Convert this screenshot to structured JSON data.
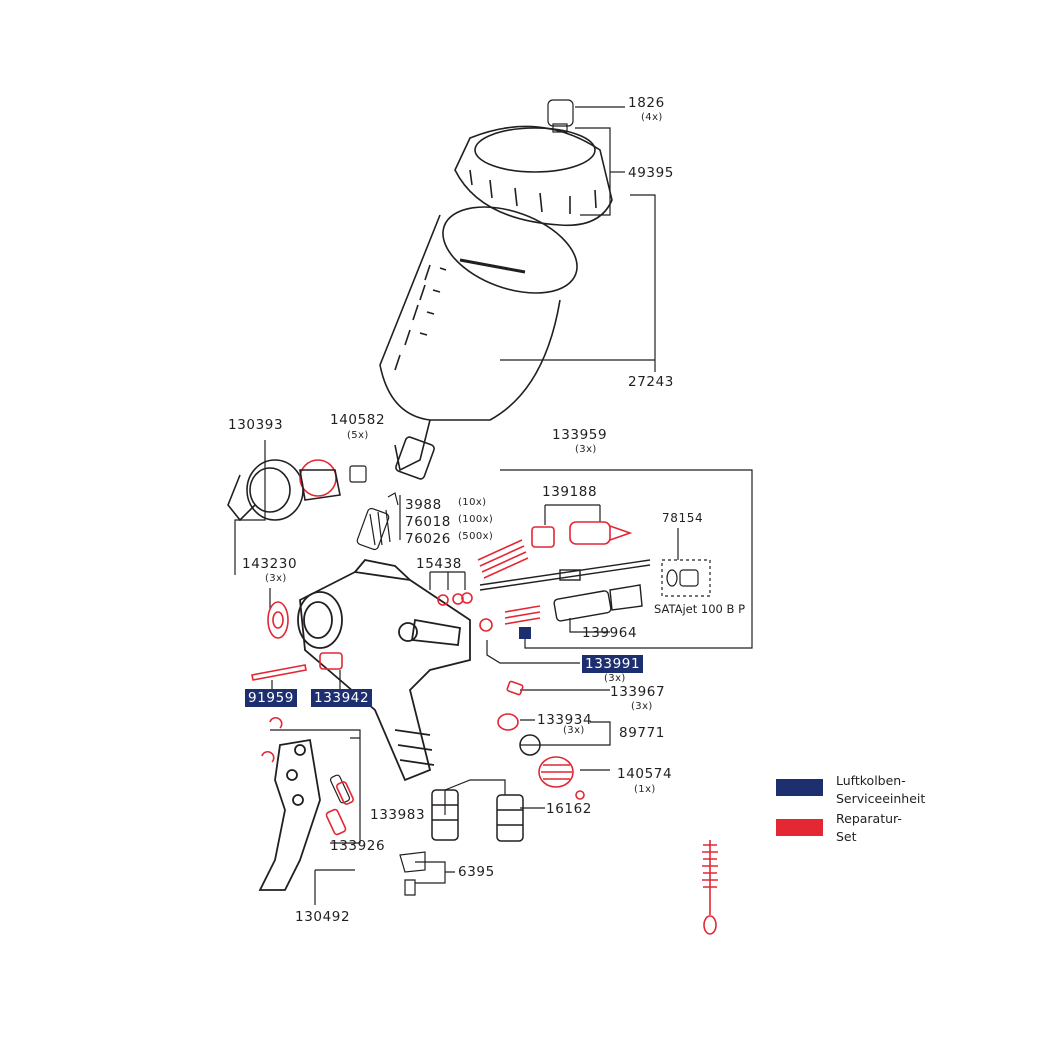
{
  "colors": {
    "outline": "#231f20",
    "service_blue": "#1d2f6f",
    "repair_red": "#e32733",
    "background": "#ffffff"
  },
  "parts": {
    "p1826": {
      "number": "1826",
      "qty": "(4x)"
    },
    "p49395": {
      "number": "49395"
    },
    "p27243": {
      "number": "27243"
    },
    "p130393": {
      "number": "130393"
    },
    "p140582": {
      "number": "140582",
      "qty": "(5x)"
    },
    "p133959": {
      "number": "133959",
      "qty": "(3x)"
    },
    "p139188": {
      "number": "139188"
    },
    "p3988": {
      "number": "3988",
      "qty": "(10x)"
    },
    "p76018": {
      "number": "76018",
      "qty": "(100x)"
    },
    "p76026": {
      "number": "76026",
      "qty": "(500x)"
    },
    "p78154": {
      "number": "78154"
    },
    "satajet_label": "SATAjet 100 B P",
    "p143230": {
      "number": "143230",
      "qty": "(3x)"
    },
    "p15438": {
      "number": "15438"
    },
    "p139964": {
      "number": "139964"
    },
    "p133991": {
      "number": "133991",
      "qty": "(3x)"
    },
    "p133967": {
      "number": "133967",
      "qty": "(3x)"
    },
    "p91959": {
      "number": "91959"
    },
    "p133942": {
      "number": "133942"
    },
    "p133934": {
      "number": "133934",
      "qty": "(3x)"
    },
    "p89771": {
      "number": "89771"
    },
    "p140574": {
      "number": "140574",
      "qty": "(1x)"
    },
    "p133983": {
      "number": "133983"
    },
    "p16162": {
      "number": "16162"
    },
    "p133926": {
      "number": "133926"
    },
    "p6395": {
      "number": "6395"
    },
    "p130492": {
      "number": "130492"
    }
  },
  "legend": {
    "items": [
      {
        "label_line1": "Luftkolben-",
        "label_line2": "Serviceeinheit",
        "color": "#1d2f6f"
      },
      {
        "label_line1": "Reparatur-",
        "label_line2": "Set",
        "color": "#e32733"
      }
    ]
  },
  "icons": [
    "gravity-cup-icon",
    "cup-lid-icon",
    "spray-gun-body-icon",
    "air-cap-icon",
    "trigger-icon",
    "cleaning-brush-icon",
    "strainer-icon",
    "spring-icon"
  ]
}
